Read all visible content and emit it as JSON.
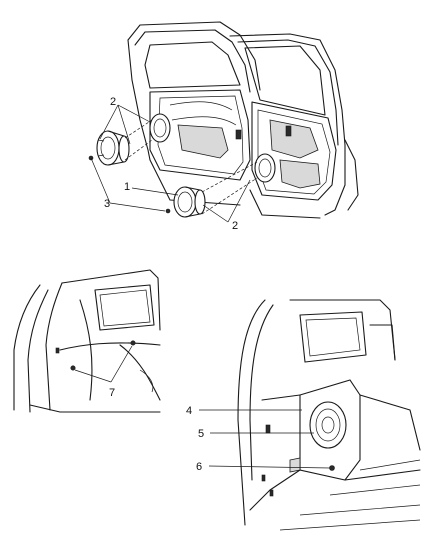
{
  "callouts": {
    "top": {
      "c2a": "2",
      "c1": "1",
      "c3": "3",
      "c2b": "2"
    },
    "bottom_left": {
      "c7": "7"
    },
    "bottom_right": {
      "c4": "4",
      "c5": "5",
      "c6": "6"
    }
  }
}
